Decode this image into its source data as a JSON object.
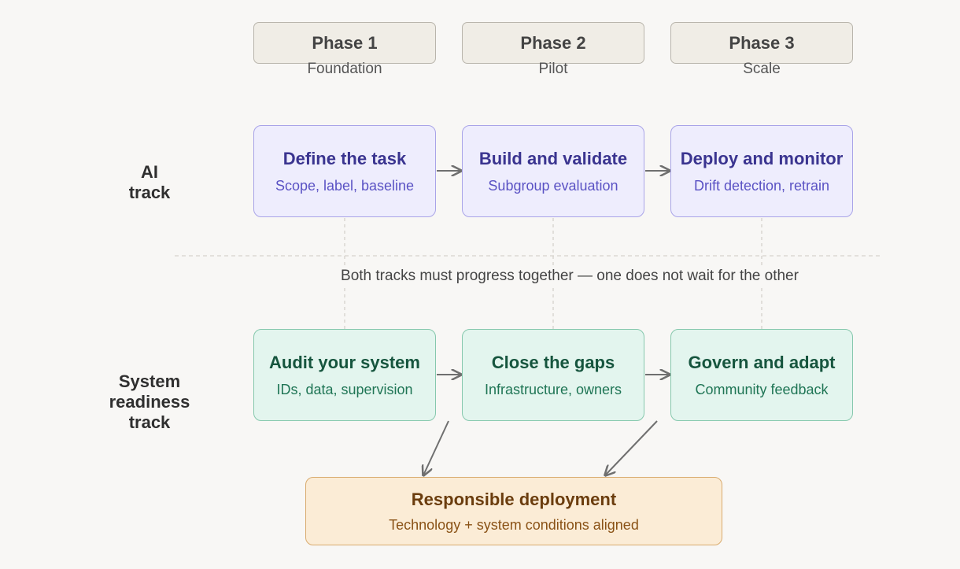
{
  "phases": [
    {
      "title": "Phase 1",
      "subtitle": "Foundation"
    },
    {
      "title": "Phase 2",
      "subtitle": "Pilot"
    },
    {
      "title": "Phase 3",
      "subtitle": "Scale"
    }
  ],
  "tracks": {
    "ai": {
      "label": "AI\ntrack",
      "steps": [
        {
          "title": "Define the task",
          "subtitle": "Scope, label, baseline"
        },
        {
          "title": "Build and validate",
          "subtitle": "Subgroup evaluation"
        },
        {
          "title": "Deploy and monitor",
          "subtitle": "Drift detection, retrain"
        }
      ]
    },
    "system": {
      "label": "System\nreadiness\ntrack",
      "steps": [
        {
          "title": "Audit your system",
          "subtitle": "IDs, data, supervision"
        },
        {
          "title": "Close the gaps",
          "subtitle": "Infrastructure, owners"
        },
        {
          "title": "Govern and adapt",
          "subtitle": "Community feedback"
        }
      ]
    }
  },
  "middle_note": "Both tracks must progress together — one does not wait for the other",
  "outcome": {
    "title": "Responsible deployment",
    "subtitle": "Technology + system conditions aligned"
  },
  "colors": {
    "ai_fill": "#eeedfd",
    "ai_border": "#a9a4e8",
    "system_fill": "#e3f5ee",
    "system_border": "#86c8ad",
    "outcome_fill": "#fbecd6",
    "outcome_border": "#d9ab6e",
    "arrow": "#6f6f6f"
  }
}
